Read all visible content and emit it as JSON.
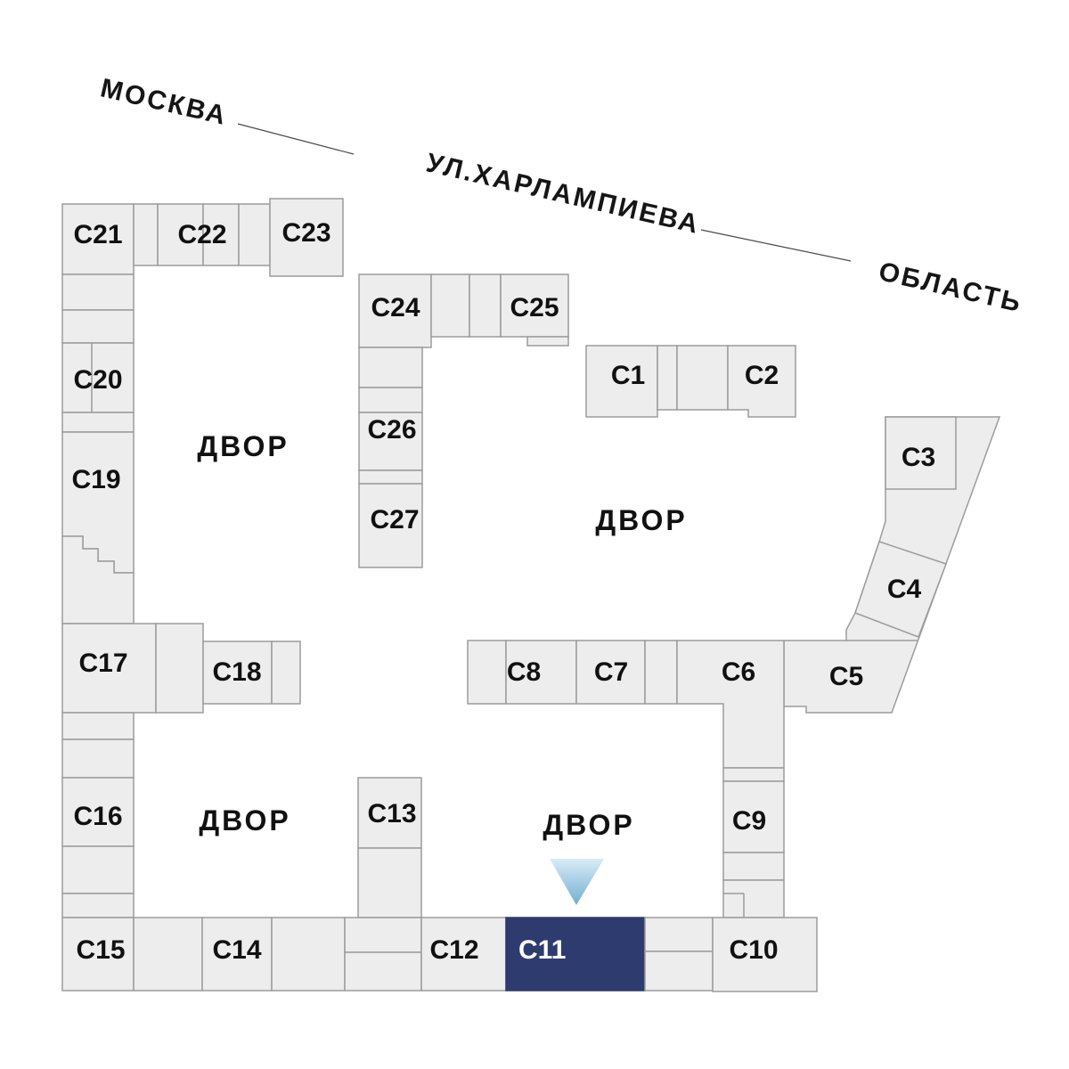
{
  "street_labels": {
    "left": "МОСКВА",
    "middle": "УЛ.ХАРЛАМПИЕВА",
    "right": "ОБЛАСТЬ"
  },
  "courtyard_labels": [
    "ДВОР",
    "ДВОР",
    "ДВОР",
    "ДВОР"
  ],
  "selected_building": {
    "id": "c11",
    "label": "С11"
  },
  "buildings": {
    "c1": "С1",
    "c2": "С2",
    "c3": "С3",
    "c4": "С4",
    "c5": "С5",
    "c6": "С6",
    "c7": "С7",
    "c8": "С8",
    "c9": "С9",
    "c10": "С10",
    "c11": "С11",
    "c12": "С12",
    "c13": "С13",
    "c14": "С14",
    "c15": "С15",
    "c16": "С16",
    "c17": "С17",
    "c18": "С18",
    "c19": "С19",
    "c20": "С20",
    "c21": "С21",
    "c22": "С22",
    "c23": "С23",
    "c24": "С24",
    "c25": "С25",
    "c26": "С26",
    "c27": "С27"
  },
  "colors": {
    "building_fill": "#ededed",
    "building_stroke": "#9c9c9c",
    "selected_fill": "#2e3b6e",
    "selected_text": "#ffffff",
    "label_text": "#111111",
    "marker_top": "#d9ecf6",
    "marker_bottom": "#72aed0",
    "street_line": "#4a4a4a"
  }
}
